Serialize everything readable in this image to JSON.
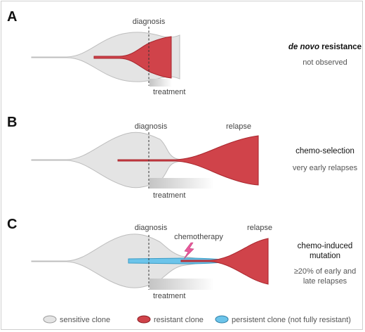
{
  "colors": {
    "sensitive": "#e4e4e4",
    "sensitive_stroke": "#bdbdbd",
    "resistant": "#d0434a",
    "resistant_stroke": "#a8262d",
    "persistent": "#6cc4ea",
    "persistent_stroke": "#3a9cc6",
    "bolt": "#e85a9a"
  },
  "panels": [
    {
      "letter": "A",
      "diagnosis": "diagnosis",
      "treatment": "treatment",
      "side_title_italic": "de novo",
      "side_title_rest": " resistance",
      "side_desc": "not observed"
    },
    {
      "letter": "B",
      "diagnosis": "diagnosis",
      "relapse": "relapse",
      "treatment": "treatment",
      "side_title": "chemo-selection",
      "side_desc": "very early relapses"
    },
    {
      "letter": "C",
      "diagnosis": "diagnosis",
      "chemotherapy": "chemotherapy",
      "relapse": "relapse",
      "treatment": "treatment",
      "side_title_line1": "chemo-induced",
      "side_title_line2": "mutation",
      "side_desc_line1": "≥20% of early and",
      "side_desc_line2": "late relapses"
    }
  ],
  "legend": [
    {
      "label": "sensitive clone",
      "icon": "sensitive-clone-swatch"
    },
    {
      "label": "resistant clone",
      "icon": "resistant-clone-swatch"
    },
    {
      "label": "persistent clone (not fully resistant)",
      "icon": "persistent-clone-swatch"
    }
  ]
}
